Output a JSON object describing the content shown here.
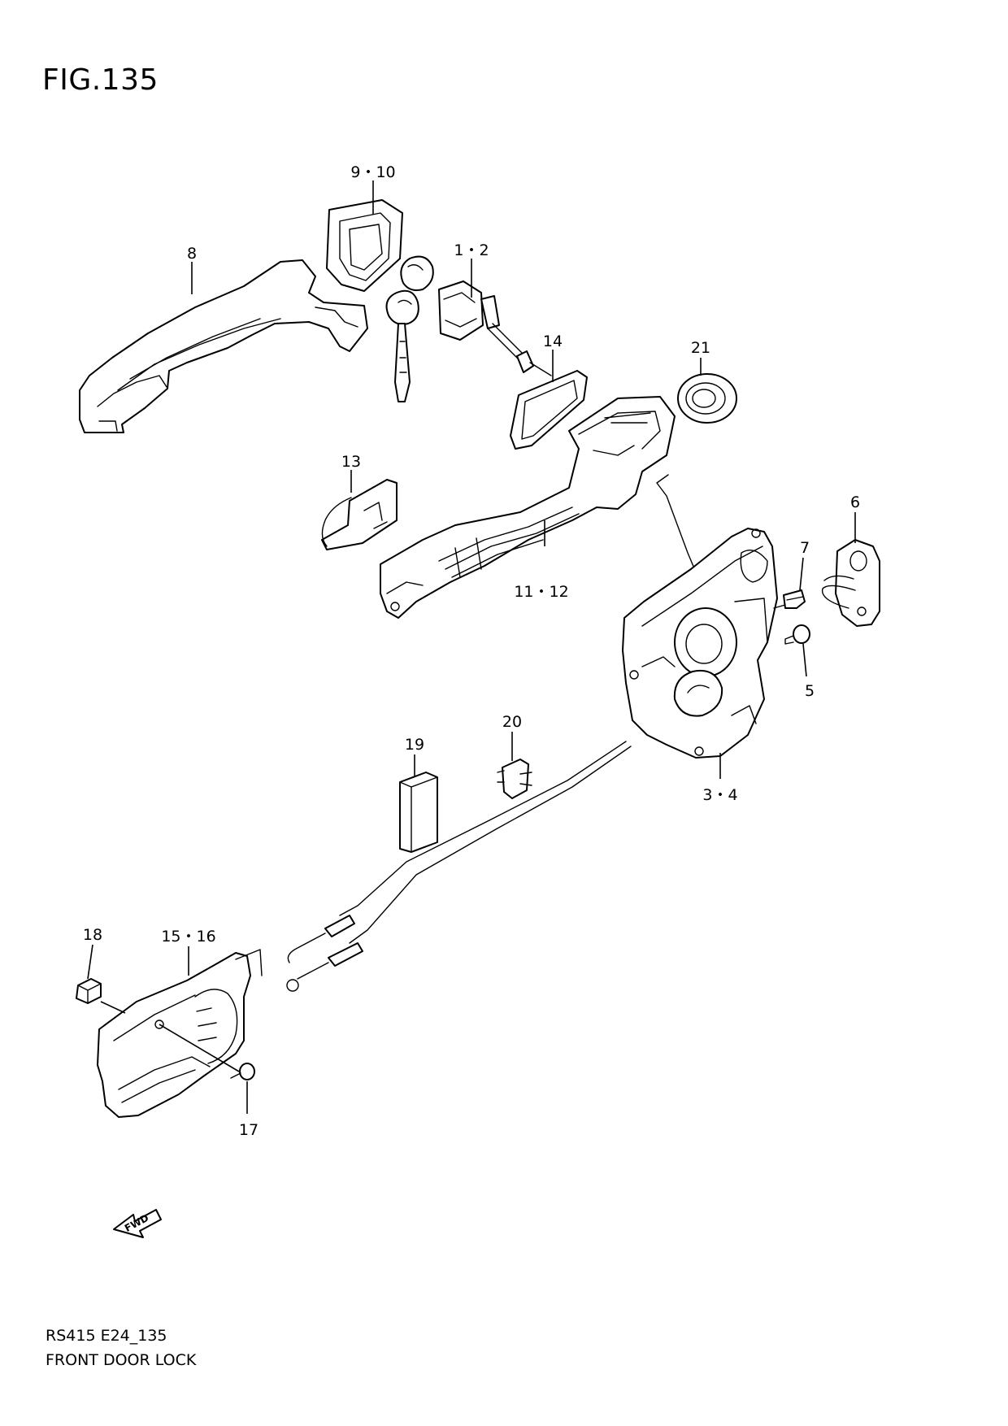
{
  "figure": {
    "title": "FIG.135",
    "code": "RS415 E24_135",
    "name": "FRONT DOOR LOCK"
  },
  "callouts": [
    {
      "id": "c-9-10",
      "label": "9・10"
    },
    {
      "id": "c-8",
      "label": "8"
    },
    {
      "id": "c-1-2",
      "label": "1・2"
    },
    {
      "id": "c-14",
      "label": "14"
    },
    {
      "id": "c-21",
      "label": "21"
    },
    {
      "id": "c-13",
      "label": "13"
    },
    {
      "id": "c-11-12",
      "label": "11・12"
    },
    {
      "id": "c-6",
      "label": "6"
    },
    {
      "id": "c-7",
      "label": "7"
    },
    {
      "id": "c-5",
      "label": "5"
    },
    {
      "id": "c-20",
      "label": "20"
    },
    {
      "id": "c-19",
      "label": "19"
    },
    {
      "id": "c-3-4",
      "label": "3・4"
    },
    {
      "id": "c-18",
      "label": "18"
    },
    {
      "id": "c-15-16",
      "label": "15・16"
    },
    {
      "id": "c-17",
      "label": "17"
    }
  ],
  "direction_arrow": {
    "label": "FWD",
    "icon": "fwd-arrow-icon"
  }
}
